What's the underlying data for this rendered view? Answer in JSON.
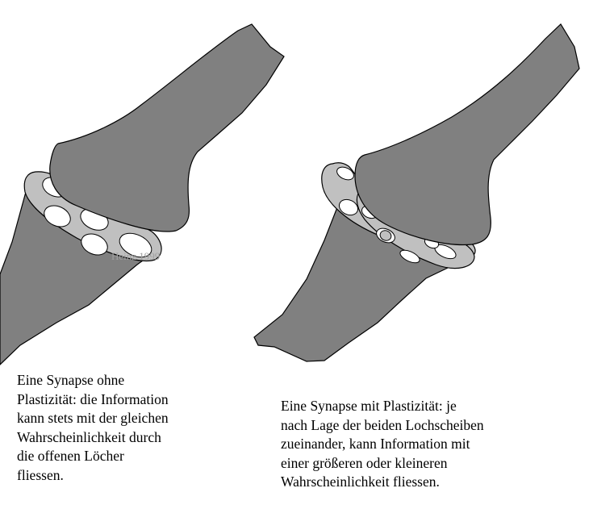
{
  "colors": {
    "axon": "#808080",
    "disc": "#c0c0c0",
    "hole": "#ffffff",
    "outline": "#000000",
    "signature": "#a0a0a0"
  },
  "figures": {
    "left": {
      "signature": "Heinz 1999",
      "caption_lines": [
        "Eine Synapse ohne",
        "Plastizität: die Information",
        "kann stets mit der gleichen",
        "Wahrscheinlichkeit durch",
        "die offenen Löcher",
        "fliessen."
      ]
    },
    "right": {
      "caption_lines": [
        "Eine Synapse mit Plastizität: je",
        "nach Lage der beiden Lochscheiben",
        "zueinander, kann Information mit",
        "einer größeren oder kleineren",
        "Wahrscheinlichkeit fliessen."
      ]
    }
  }
}
